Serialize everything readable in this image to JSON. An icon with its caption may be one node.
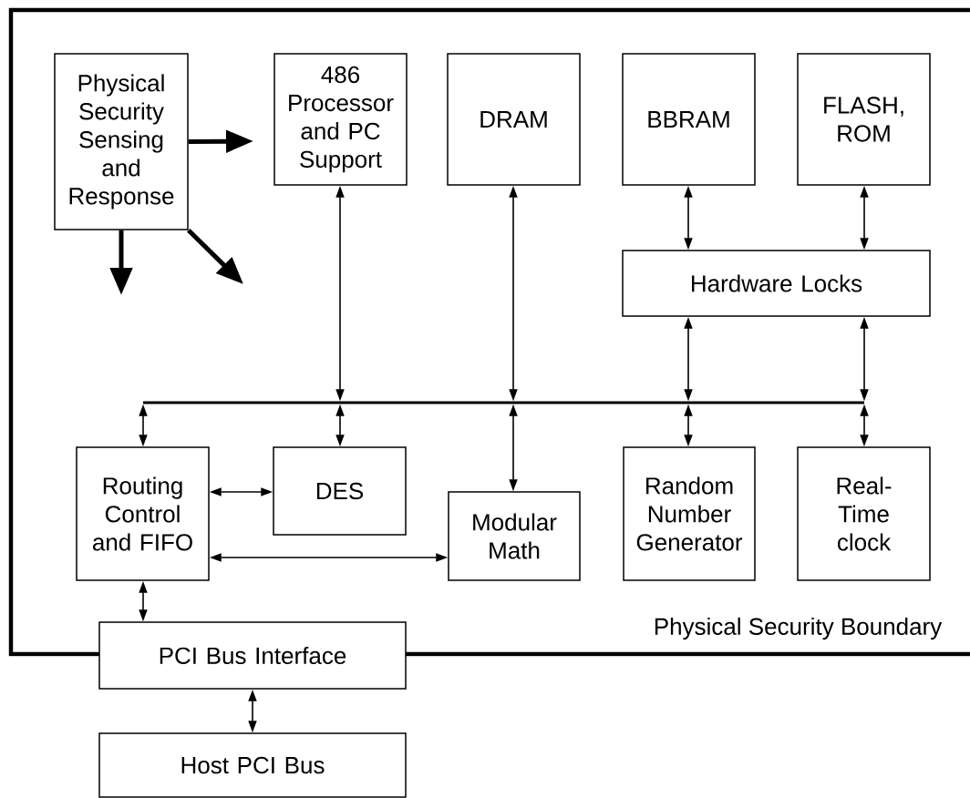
{
  "diagram": {
    "nodes": [
      {
        "text": [
          "Physical Security Sensing and Response"
        ]
      },
      {
        "text": [
          "486 Processor and PC Support"
        ]
      },
      {
        "text": [
          "DRAM"
        ]
      },
      {
        "text": [
          "BBRAM"
        ]
      },
      {
        "text": [
          "FLASH, ROM"
        ]
      },
      {
        "text": [
          "Hardware Locks"
        ]
      },
      {
        "text": [
          "Routing Control and FIFO"
        ]
      },
      {
        "text": [
          "DES"
        ]
      },
      {
        "text": [
          "Modular Math"
        ]
      },
      {
        "text": [
          "Random Number Generator"
        ]
      },
      {
        "text": [
          "Real-Time clock"
        ]
      },
      {
        "text": [
          "PCI Bus Interface"
        ]
      },
      {
        "text": [
          "Host PCI Bus"
        ]
      },
      {
        "text": [],
        "shape": "bar"
      }
    ],
    "edges": [
      {
        "from": 0,
        "to": null,
        "arrow": "to",
        "style": "thick"
      },
      {
        "from": 0,
        "to": null,
        "arrow": "to",
        "style": "thick"
      },
      {
        "from": 0,
        "to": null,
        "arrow": "to",
        "style": "thick"
      },
      {
        "from": 1,
        "to": 13,
        "arrow": "both"
      },
      {
        "from": 2,
        "to": 13,
        "arrow": "both"
      },
      {
        "from": 3,
        "to": 5,
        "arrow": "both"
      },
      {
        "from": 4,
        "to": 5,
        "arrow": "both"
      },
      {
        "from": 5,
        "to": 13,
        "arrow": "both"
      },
      {
        "from": 5,
        "to": 13,
        "arrow": "both"
      },
      {
        "from": 13,
        "to": 6,
        "arrow": "both"
      },
      {
        "from": 13,
        "to": 7,
        "arrow": "both"
      },
      {
        "from": 13,
        "to": 8,
        "arrow": "both"
      },
      {
        "from": 13,
        "to": 9,
        "arrow": "both"
      },
      {
        "from": 13,
        "to": 10,
        "arrow": "both"
      },
      {
        "from": 6,
        "to": 7,
        "arrow": "both"
      },
      {
        "from": 6,
        "to": 8,
        "arrow": "both"
      },
      {
        "from": 6,
        "to": 11,
        "arrow": "both"
      },
      {
        "from": 11,
        "to": 12,
        "arrow": "both"
      }
    ],
    "labels": [
      "Physical Security Boundary"
    ]
  }
}
